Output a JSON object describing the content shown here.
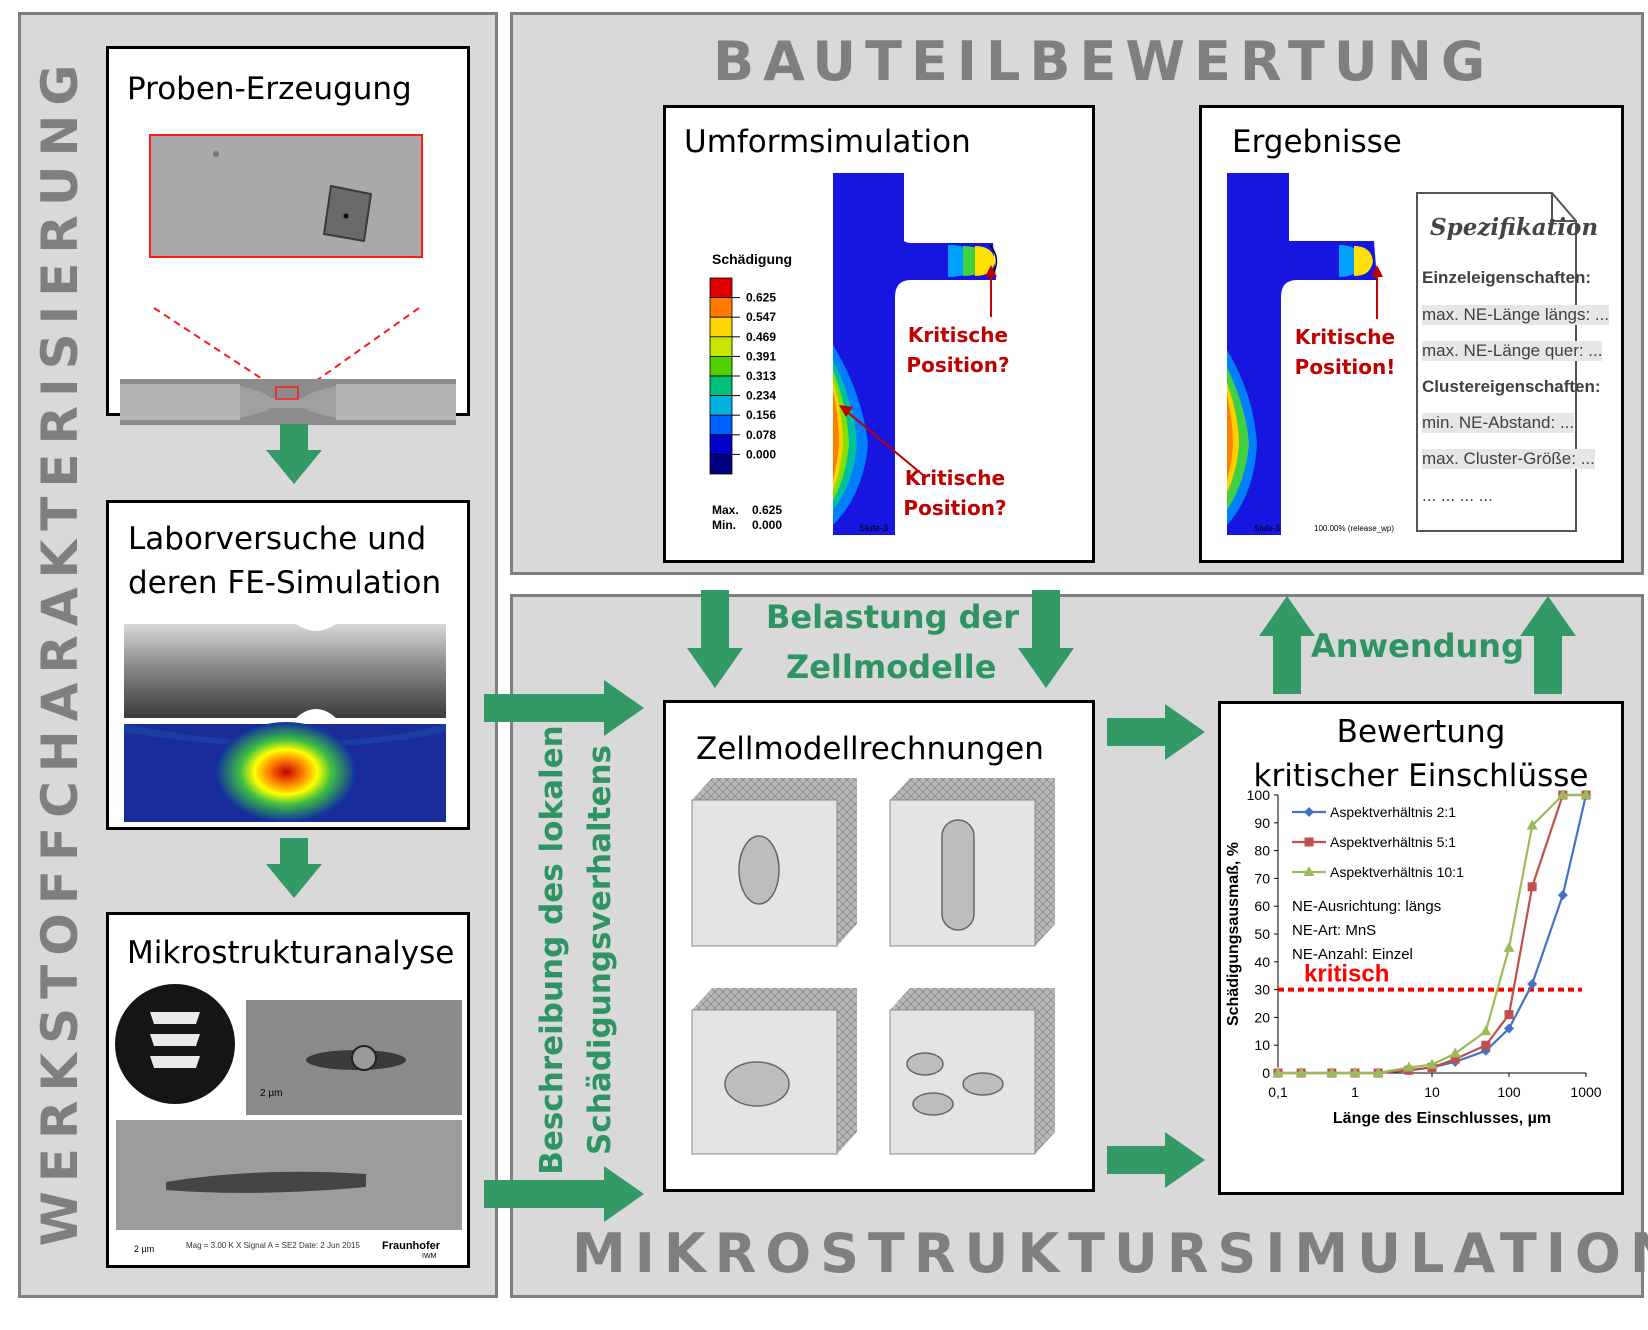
{
  "titles": {
    "left_vertical": "WERKSTOFFCHARAKTERISIERUNG",
    "top": "BAUTEILBEWERTUNG",
    "bottom": "MIKROSTRUKTURSIMULATION"
  },
  "boxes": {
    "proben": "Proben-Erzeugung",
    "labor_line1": "Laborversuche und",
    "labor_line2": "deren FE-Simulation",
    "mikro": "Mikrostrukturanalyse",
    "umform": "Umformsimulation",
    "ergebnisse": "Ergebnisse",
    "zellmodell": "Zellmodellrechnungen",
    "bewertung_line1": "Bewertung",
    "bewertung_line2": "kritischer Einschlüsse"
  },
  "flow_labels": {
    "belastung_line1": "Belastung der",
    "belastung_line2": "Zellmodelle",
    "anwendung": "Anwendung",
    "vertical_line1": "Beschreibung des lokalen",
    "vertical_line2": "Schädigungsverhaltens"
  },
  "umform": {
    "legend_title": "Schädigung",
    "legend_values": [
      "0.625",
      "0.547",
      "0.469",
      "0.391",
      "0.313",
      "0.234",
      "0.156",
      "0.078",
      "0.000"
    ],
    "legend_colors": [
      "#e00000",
      "#ff7a00",
      "#ffd500",
      "#c8e600",
      "#52d000",
      "#00c07a",
      "#00b4e0",
      "#0060ff",
      "#0000c8",
      "#000080"
    ],
    "max_label": "Max.",
    "max_value": "0.625",
    "min_label": "Min.",
    "min_value": "0.000",
    "critical_1a": "Kritische",
    "critical_1b": "Position?",
    "critical_2a": "Kritische",
    "critical_2b": "Position?",
    "step_label": "Stufe-3"
  },
  "ergebnisse": {
    "critical_a": "Kritische",
    "critical_b": "Position!",
    "step_label": "Stufe-3",
    "footer": "100.00% (release_wp)",
    "spec_title": "Spezifikation",
    "spec_lines": [
      "Einzeleigenschaften:",
      "max. NE-Länge längs: ...",
      "max. NE-Länge quer: ...",
      "Clustereigenschaften:",
      "min. NE-Abstand: ...",
      "max. Cluster-Größe: ...",
      "... ... ... ..."
    ]
  },
  "micro_images": {
    "scale1": "2 µm",
    "scale2": "2 µm",
    "sem_info": "Mag = 3.00 K X   Signal A = SE2   Date: 2 Jun 2015",
    "logo": "Fraunhofer",
    "logo_sub": "IWM"
  },
  "colors": {
    "panel_bg": "#d9d9d9",
    "panel_border": "#7f7f7f",
    "arrow_green": "#349a65",
    "critical_red": "#c00000"
  },
  "chart_data": {
    "type": "line",
    "ylabel": "Schädigungsausmaß,  %",
    "xlabel": "Länge des Einschlusses, µm",
    "x_scale": "log",
    "xlim": [
      0.1,
      1000
    ],
    "ylim": [
      0,
      100
    ],
    "x_tick_labels": [
      "0,1",
      "1",
      "10",
      "100",
      "1000"
    ],
    "y_tick_labels": [
      "0",
      "10",
      "20",
      "30",
      "40",
      "50",
      "60",
      "70",
      "80",
      "90",
      "100"
    ],
    "x": [
      0.1,
      0.2,
      0.5,
      1,
      2,
      5,
      10,
      20,
      50,
      100,
      200,
      500,
      1000
    ],
    "series": [
      {
        "name": "Aspektverhältnis 2:1",
        "color": "#4472c4",
        "marker": "diamond",
        "values": [
          0,
          0,
          0,
          0,
          0,
          1,
          2,
          4,
          8,
          16,
          32,
          64,
          100
        ]
      },
      {
        "name": "Aspektverhältnis 5:1",
        "color": "#c0504d",
        "marker": "square",
        "values": [
          0,
          0,
          0,
          0,
          0,
          1,
          2,
          5,
          10,
          21,
          67,
          100,
          100
        ]
      },
      {
        "name": "Aspektverhältnis 10:1",
        "color": "#9bbb59",
        "marker": "triangle",
        "values": [
          0,
          0,
          0,
          0,
          0,
          2,
          3,
          7,
          15,
          45,
          89,
          100,
          100
        ]
      }
    ],
    "threshold": {
      "value": 30,
      "label": "kritisch",
      "color": "#ff0000"
    },
    "annotations": [
      "NE-Ausrichtung: längs",
      "NE-Art: MnS",
      "NE-Anzahl: Einzel"
    ],
    "legend": "top-left",
    "grid": false
  }
}
